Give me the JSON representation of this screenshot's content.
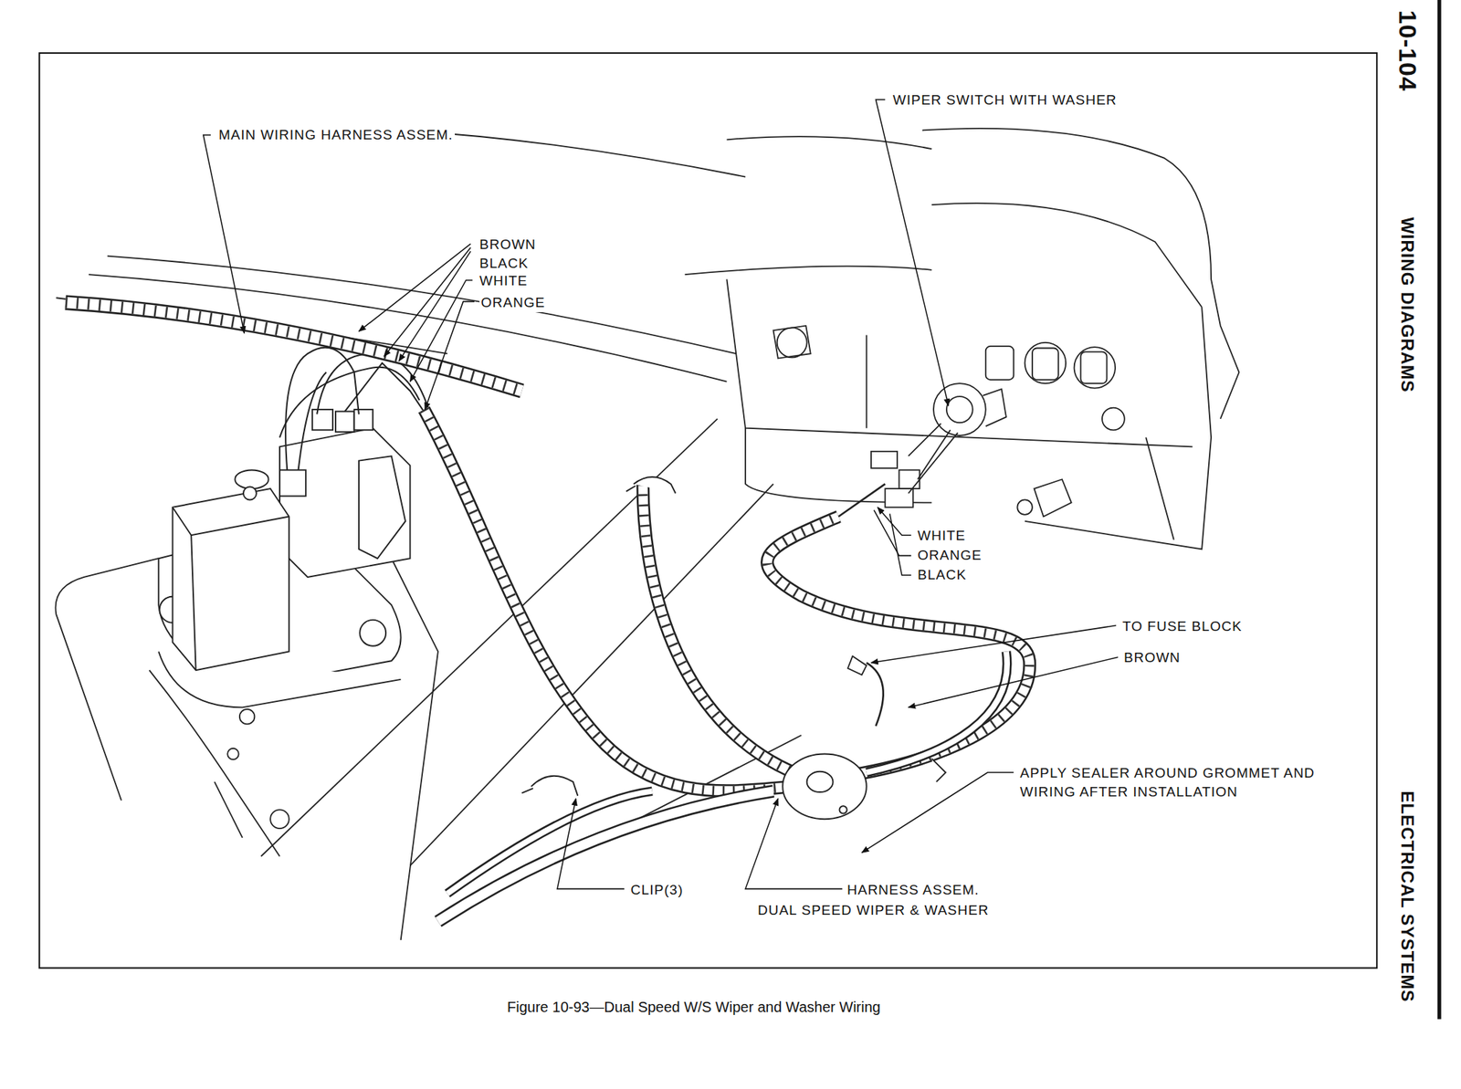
{
  "diagram": {
    "caption": "Figure 10-93—Dual Speed W/S Wiper and Washer Wiring",
    "labels": [
      "10-104",
      "WIRING DIAGRAMS",
      "ELECTRICAL SYSTEMS",
      "WIPER SWITCH WITH WASHER",
      "MAIN WIRING HARNESS ASSEM.",
      "BROWN",
      "BLACK",
      "WHITE",
      "ORANGE",
      "WHITE",
      "ORANGE",
      "BLACK",
      "TO FUSE BLOCK",
      "BROWN",
      "APPLY SEALER AROUND GROMMET AND WIRING AFTER INSTALLATION",
      "CLIP(3)",
      "HARNESS ASSEM.",
      "DUAL SPEED WIPER & WASHER"
    ]
  }
}
